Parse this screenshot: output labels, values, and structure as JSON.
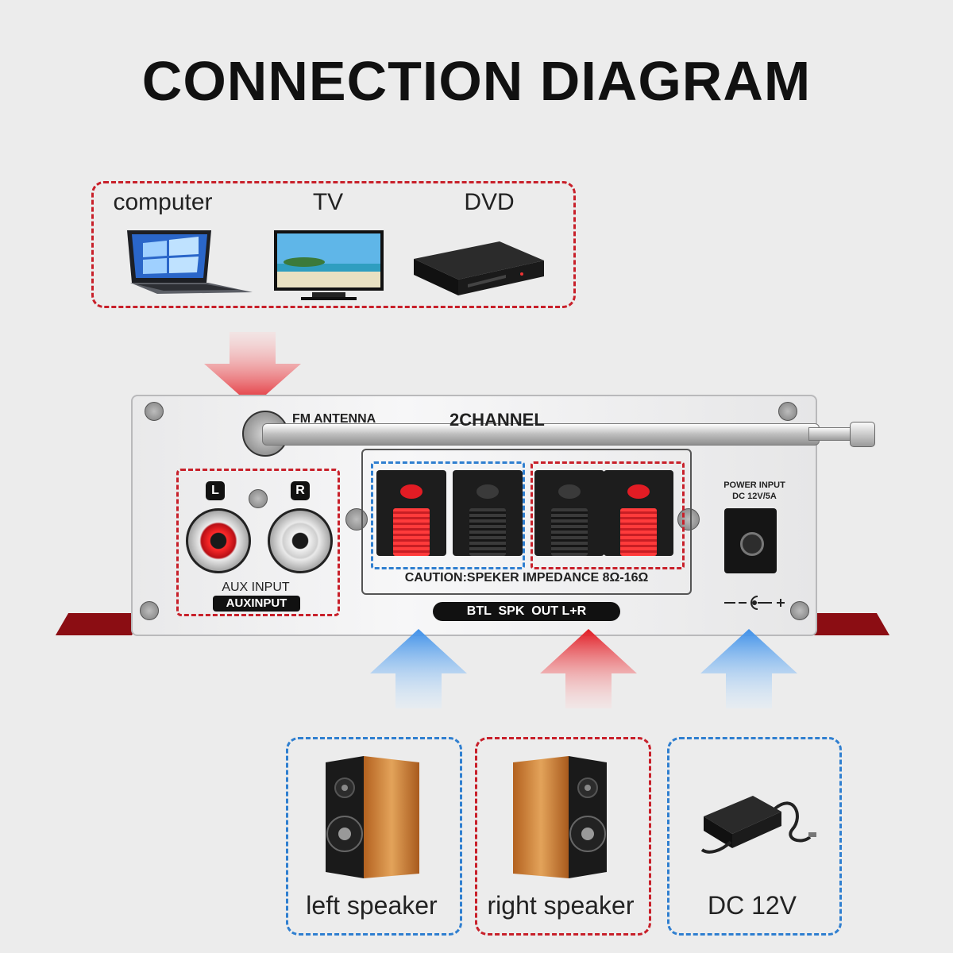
{
  "title": "CONNECTION DIAGRAM",
  "sources": {
    "computer": "computer",
    "tv": "TV",
    "dvd": "DVD"
  },
  "amplifier": {
    "fm_antenna": "FM ANTENNA",
    "channel": "2CHANNEL",
    "aux_input_top": "AUX INPUT",
    "aux_input_badge": "AUXINPUT",
    "left_jack": "L",
    "right_jack": "R",
    "caution": "CAUTION:SPEKER IMPEDANCE 8Ω-16Ω",
    "btl_label": "BTL  SPK  OUT L+R",
    "power_input": "POWER INPUT",
    "power_rating": "DC 12V/5A"
  },
  "devices": {
    "left_speaker": "left speaker",
    "right_speaker": "right speaker",
    "dc": "DC 12V"
  },
  "colors": {
    "red_accent": "#c8202a",
    "blue_accent": "#2f7fd0"
  }
}
